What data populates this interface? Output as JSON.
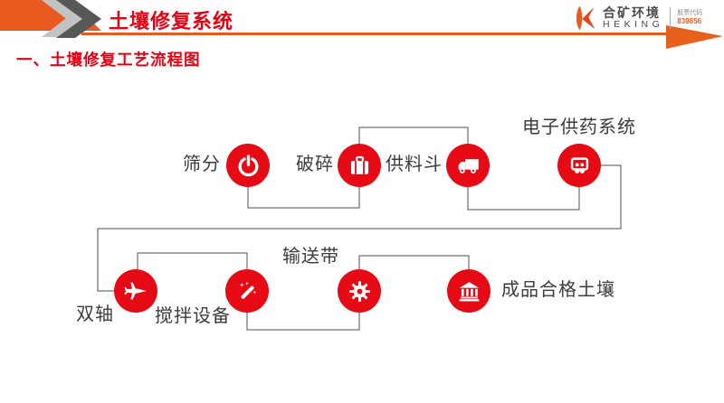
{
  "header": {
    "title": "土壤修复系统",
    "logo": {
      "brand_cn": "合矿环境",
      "brand_en": "HEKING",
      "stock_label": "股票代码",
      "stock_code": "839856"
    }
  },
  "section_title": "一、土壤修复工艺流程图",
  "diagram": {
    "nodes": [
      {
        "label": "筛分",
        "icon": "power-icon"
      },
      {
        "label": "破碎",
        "icon": "briefcase-icon"
      },
      {
        "label": "供料斗",
        "icon": "truck-icon"
      },
      {
        "label": "电子供药系统",
        "icon": "projector-icon"
      },
      {
        "label": "双轴",
        "icon": "jet-icon"
      },
      {
        "label": "搅拌设备",
        "icon": "magic-wand-icon"
      },
      {
        "label": "输送带",
        "icon": "gear-icon"
      },
      {
        "label": "成品合格土壤",
        "icon": "bank-icon"
      }
    ],
    "flow_order": [
      "筛分",
      "破碎",
      "供料斗",
      "电子供药系统",
      "双轴",
      "搅拌设备",
      "输送带",
      "成品合格土壤"
    ],
    "edges": [
      [
        0,
        1
      ],
      [
        1,
        2
      ],
      [
        2,
        3
      ],
      [
        3,
        4
      ],
      [
        4,
        5
      ],
      [
        5,
        6
      ],
      [
        6,
        7
      ]
    ]
  },
  "colors": {
    "node_red": "#e60a15",
    "title_red": "#e60012",
    "accent_orange": "#e85a20",
    "connector_gray": "#4f4f4f",
    "label_gray": "#3c3c3c"
  }
}
